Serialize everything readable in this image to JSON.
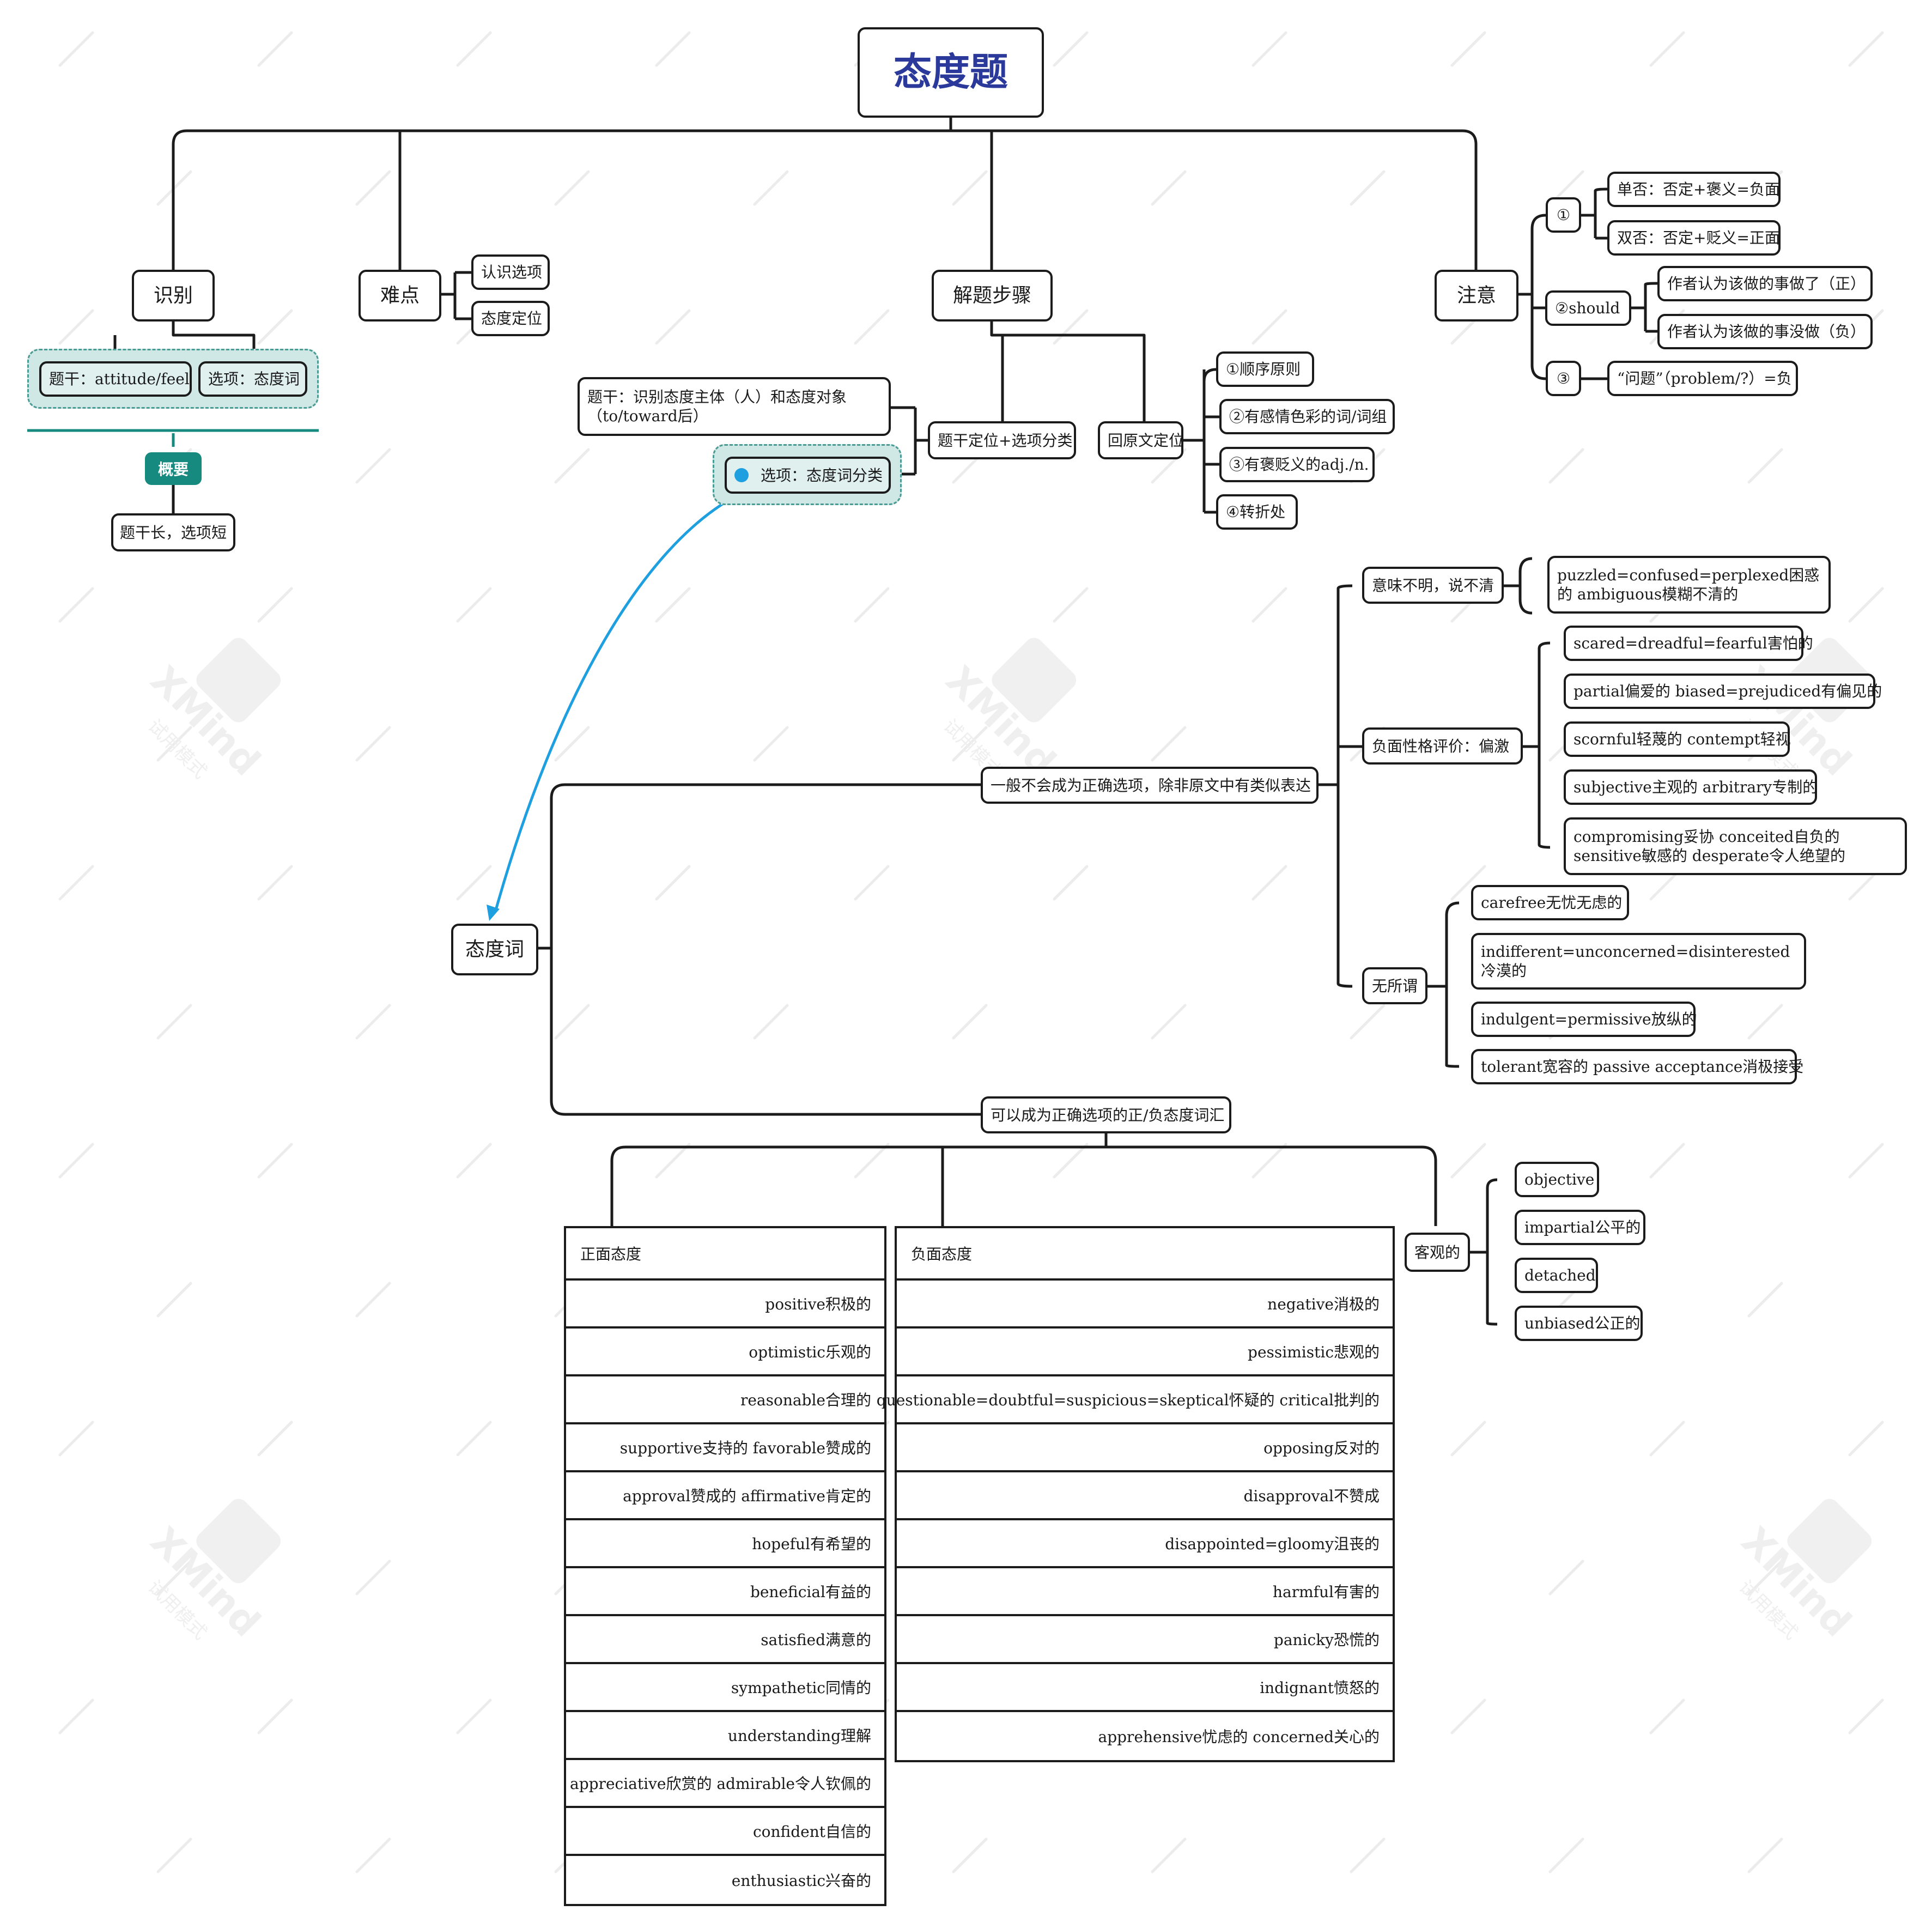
{
  "root": "态度题",
  "identify": {
    "title": "识别",
    "stem": "题干：attitude/feel",
    "option": "选项：态度词",
    "summary_label": "概要",
    "summary_text": "题干长，选项短"
  },
  "difficulty": {
    "title": "难点",
    "items": [
      "认识选项",
      "态度定位"
    ]
  },
  "steps": {
    "title": "解题步骤",
    "locate": "题干定位+选项分类",
    "stem_note": "题干：识别态度主体（人）和态度对象（to/toward后）",
    "option_note": "选项：态度词分类",
    "back": "回原文定位",
    "back_items": [
      "①顺序原则",
      "②有感情色彩的词/词组",
      "③有褒贬义的adj./n.",
      "④转折处"
    ]
  },
  "notice": {
    "title": "注意",
    "n1": "①",
    "n1_items": [
      "单否：否定+褒义=负面",
      "双否：否定+贬义=正面"
    ],
    "n2": "②should",
    "n2_items": [
      "作者认为该做的事做了（正）",
      "作者认为该做的事没做（负）"
    ],
    "n3": "③",
    "n3_item": "“问题”（problem/?）=负"
  },
  "attitude_words": {
    "title": "态度词",
    "wrong_branch": "一般不会成为正确选项，除非原文中有类似表达",
    "unclear": "意味不明，说不清",
    "unclear_item": "puzzled=confused=perplexed困惑的 ambiguous模糊不清的",
    "negative_char": "负面性格评价：偏激",
    "negative_char_items": [
      "scared=dreadful=fearful害怕的",
      "partial偏爱的 biased=prejudiced有偏见的",
      "scornful轻蔑的 contempt轻视",
      "subjective主观的 arbitrary专制的",
      "compromising妥协 conceited自负的 sensitive敏感的 desperate令人绝望的"
    ],
    "indifferent": "无所谓",
    "indifferent_items": [
      "carefree无忧无虑的",
      "indifferent=unconcerned=disinterested冷漠的",
      "indulgent=permissive放纵的",
      "tolerant宽容的 passive acceptance消极接受"
    ],
    "right_branch": "可以成为正确选项的正/负态度词汇",
    "positive": {
      "header": "正面态度",
      "rows": [
        "positive积极的",
        "optimistic乐观的",
        "reasonable合理的",
        "supportive支持的 favorable赞成的",
        "approval赞成的 affirmative肯定的",
        "hopeful有希望的",
        "beneficial有益的",
        "satisfied满意的",
        "sympathetic同情的",
        "understanding理解",
        "appreciative欣赏的 admirable令人钦佩的",
        "confident自信的",
        "enthusiastic兴奋的"
      ]
    },
    "negative": {
      "header": "负面态度",
      "rows": [
        "negative消极的",
        "pessimistic悲观的",
        "questionable=doubtful=suspicious=skeptical怀疑的 critical批判的",
        "opposing反对的",
        "disapproval不赞成",
        "disappointed=gloomy沮丧的",
        "harmful有害的",
        "panicky恐慌的",
        "indignant愤怒的",
        "apprehensive忧虑的 concerned关心的"
      ]
    },
    "objective": "客观的",
    "objective_items": [
      "objective",
      "impartial公平的",
      "detached",
      "unbiased公正的"
    ]
  },
  "watermark": {
    "brand": "XMind",
    "sub": "试用模式"
  }
}
